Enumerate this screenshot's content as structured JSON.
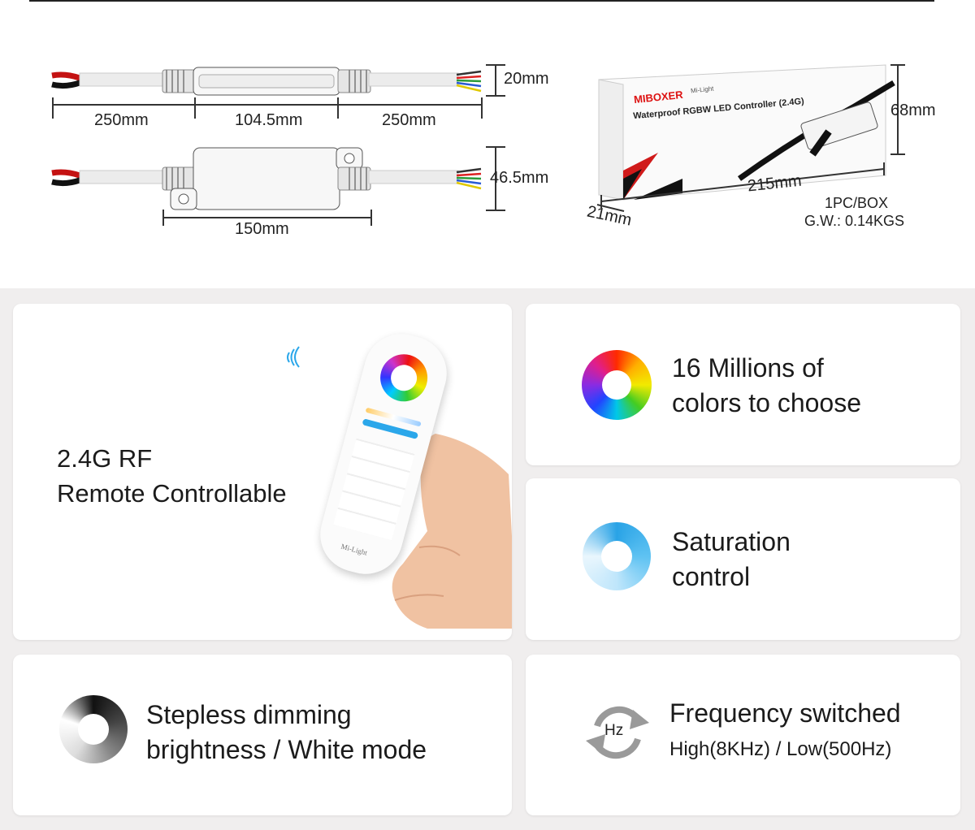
{
  "dimensions": {
    "lead_left": "250mm",
    "body_length": "104.5mm",
    "lead_right": "250mm",
    "body_height": "20mm",
    "top_length": "150mm",
    "top_width": "46.5mm"
  },
  "package": {
    "brand": "MIBOXER",
    "sub_brand": "Mi-Light",
    "product": "Waterproof RGBW LED Controller (2.4G)",
    "height": "68mm",
    "length": "215mm",
    "depth": "21mm",
    "qty": "1PC/BOX",
    "weight": "G.W.: 0.14KGS"
  },
  "features": {
    "remote": {
      "line1": "2.4G RF",
      "line2": "Remote Controllable",
      "remote_brand": "Mi-Light"
    },
    "colors": {
      "line1": "16 Millions of",
      "line2": "colors to choose",
      "icon": "color-wheel-icon"
    },
    "saturation": {
      "line1": "Saturation",
      "line2": "control",
      "icon": "saturation-icon"
    },
    "dimming": {
      "line1": "Stepless dimming",
      "line2": "brightness / White mode",
      "icon": "brightness-icon"
    },
    "frequency": {
      "line1": "Frequency switched",
      "line2": "High(8KHz) / Low(500Hz)",
      "icon_label": "Hz",
      "icon": "frequency-switch-icon"
    }
  },
  "colors": {
    "background": "#f0eeee",
    "card": "#ffffff",
    "text": "#1b1b1b",
    "accent_blue": "#29a3e6"
  }
}
